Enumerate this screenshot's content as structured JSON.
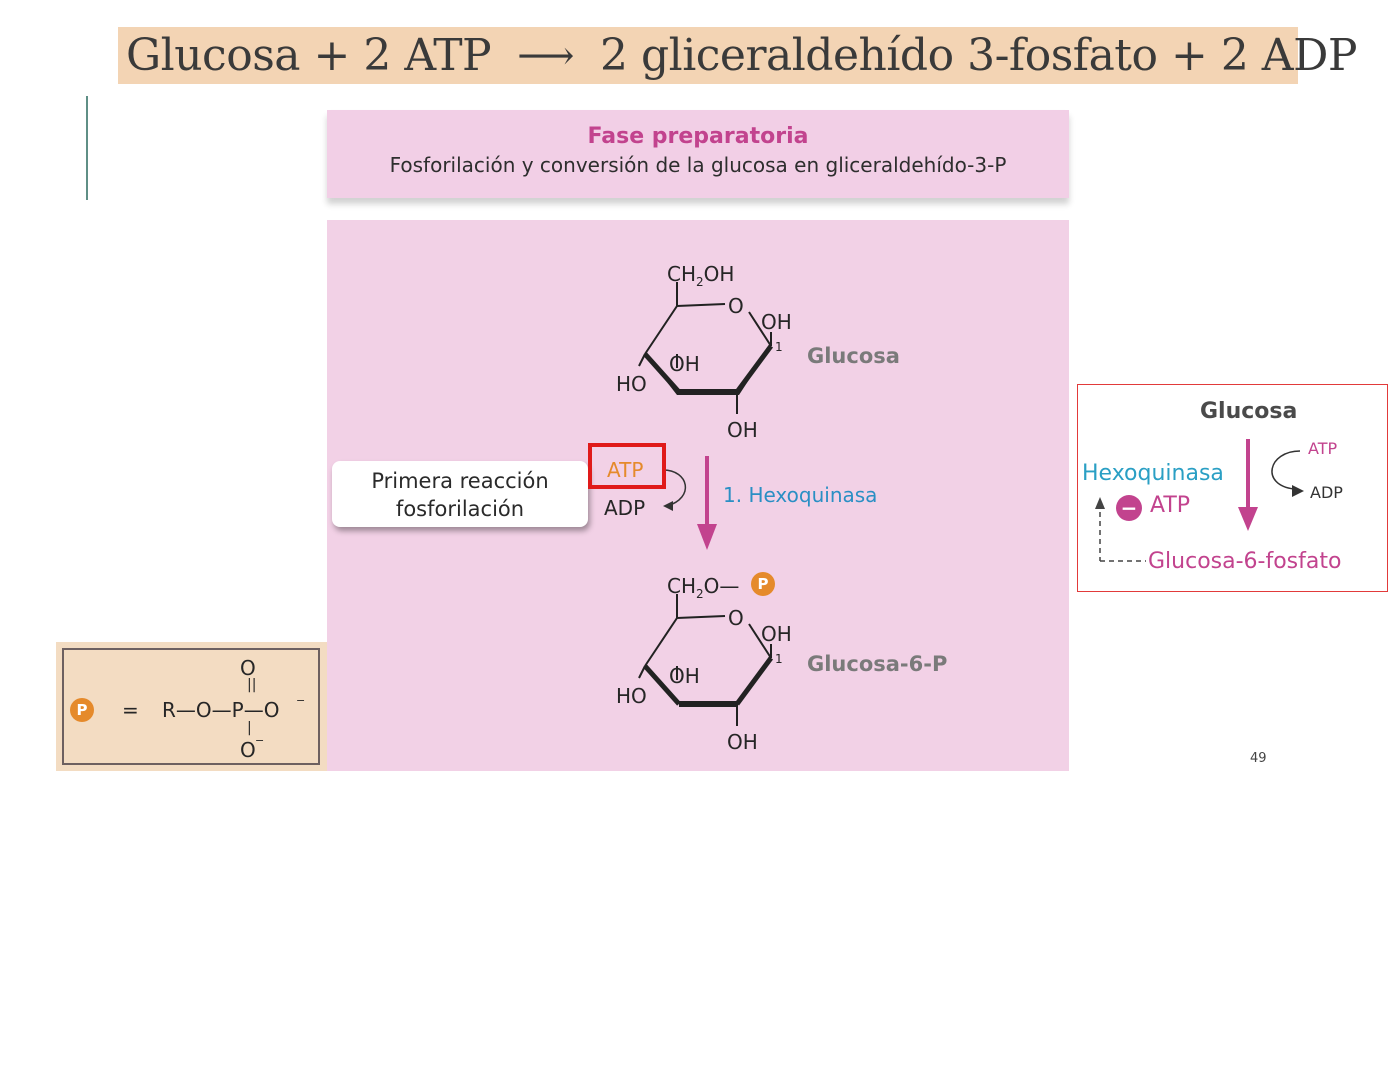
{
  "title_equation": {
    "left": "Glucosa + 2 ATP",
    "arrow": "⟶",
    "right": "2 gliceraldehído 3-fosfato + 2 ADP"
  },
  "phase": {
    "title": "Fase preparatoria",
    "subtitle": "Fosforilación y conversión de la glucosa en gliceraldehído-3-P"
  },
  "diagram": {
    "glucose": {
      "ch2oh": "CH",
      "ch2oh_sub": "2",
      "ch2oh_tail": "OH",
      "ring_o": "O",
      "oh_right": "OH",
      "carbon_num": "1",
      "oh_mid": "OH",
      "ho_left": "HO",
      "oh_bottom": "OH",
      "name": "Glucosa"
    },
    "reaction_label_line1": "Primera reacción",
    "reaction_label_line2": "fosforilación",
    "atp": "ATP",
    "adp": "ADP",
    "enzyme": "1. Hexoquinasa",
    "g6p": {
      "ch2o": "CH",
      "ch2o_sub": "2",
      "ch2o_tail": "O—",
      "p": "P",
      "ring_o": "O",
      "oh_right": "OH",
      "carbon_num": "1",
      "oh_mid": "OH",
      "ho_left": "HO",
      "oh_bottom": "OH",
      "name": "Glucosa-6-P"
    }
  },
  "legend": {
    "p": "P",
    "equals": "=",
    "formula": "R—O—P—O",
    "top_o": "O",
    "bottom_o": "O"
  },
  "inset": {
    "glucose": "Glucosa",
    "atp_in": "ATP",
    "adp_out": "ADP",
    "enzyme": "Hexoquinasa",
    "inhibitor": "ATP",
    "inhibitor_sign": "−",
    "product": "Glucosa-6-fosfato"
  },
  "page_number": "49",
  "colors": {
    "banner": "#f3d4b4",
    "panel": "#f2d1e6",
    "magenta": "#c2438e",
    "enzyme_blue": "#2a8fc4",
    "atp_orange": "#e58a2b",
    "highlight_red": "#e01a1a"
  }
}
